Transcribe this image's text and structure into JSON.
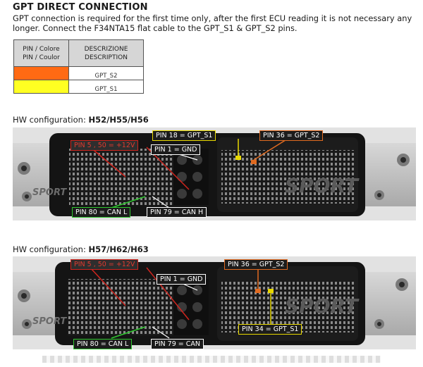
{
  "header": {
    "title": "GPT DIRECT CONNECTION",
    "intro": "GPT connection is required for the first time only, after the first ECU reading it is not necessary any longer. Connect the F34NTA15 flat cable to the GPT_S1 & GPT_S2 pins."
  },
  "legend": {
    "col1_line1": "PIN / Colore",
    "col1_line2": "PIN / Coulor",
    "col2_line1": "DESCRIZIONE",
    "col2_line2": "DESCRIPTION",
    "rows": [
      {
        "color": "#ff6a13",
        "label": "GPT_S2"
      },
      {
        "color": "#ffff22",
        "label": "GPT_S1"
      }
    ]
  },
  "config1": {
    "prefix": "HW configuration: ",
    "models": "H52/H55/H56",
    "watermark": "SPORT",
    "watermark_left": "SPORT",
    "labels": {
      "pin18": "PIN 18 = GPT_S1",
      "pin36": "PIN 36 = GPT_S2",
      "pin550": "PIN 5 , 50 = +12V",
      "pin1": "PIN 1 = GND",
      "pin80": "PIN 80 = CAN L",
      "pin79": "PIN 79 = CAN H"
    }
  },
  "config2": {
    "prefix": "HW configuration: ",
    "models": "H57/H62/H63",
    "watermark": "SPORT",
    "watermark_left": "SPORT",
    "labels": {
      "pin550": "PIN 5 , 50 = +12V",
      "pin36": "PIN 36 = GPT_S2",
      "pin1": "PIN 1 = GND",
      "pin34": "PIN 34 = GPT_S1",
      "pin80": "PIN 80 = CAN L",
      "pin79": "PIN 79 = CAN"
    }
  },
  "colors": {
    "red": "#d0251e",
    "orange": "#e06a20",
    "yellow": "#e8d800",
    "green": "#2fc62f",
    "white": "#ffffff"
  }
}
